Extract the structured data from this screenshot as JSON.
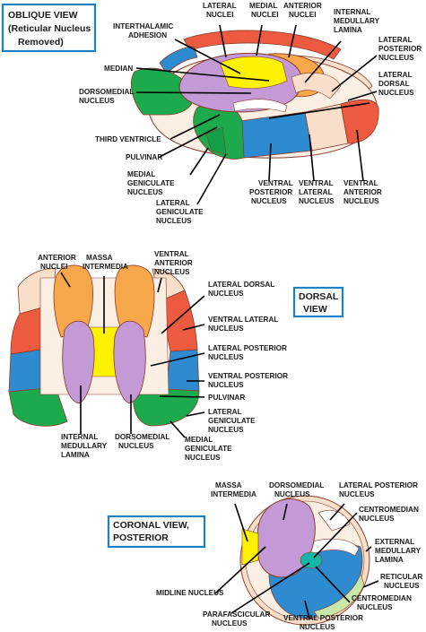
{
  "colors": {
    "red": "#ec5b3f",
    "blue": "#2f8bd0",
    "green": "#1daa4c",
    "orange": "#f6a74a",
    "purple": "#c39ad6",
    "yellow": "#fdf300",
    "peach": "#f9dfca",
    "teal": "#12b7a5",
    "cream": "#fbefe4",
    "light_green": "#c9e7a9",
    "title_border": "#1f7fc3"
  },
  "oblique": {
    "title": [
      "OBLIQUE VIEW",
      "(Reticular Nucleus",
      "Removed)"
    ],
    "labels": {
      "lateral_nuclei": [
        "LATERAL",
        "NUCLEI"
      ],
      "medial_nuclei": [
        "MEDIAL",
        "NUCLEI"
      ],
      "anterior_nuclei": [
        "ANTERIOR",
        "NUCLEI"
      ],
      "interthalamic_adhesion": [
        "INTERTHALAMIC",
        "ADHESION"
      ],
      "internal_medullary_lamina": [
        "INTERNAL",
        "MEDULLARY",
        "LAMINA"
      ],
      "lateral_posterior_nucleus": [
        "LATERAL",
        "POSTERIOR",
        "NUCLEUS"
      ],
      "median": [
        "MEDIAN"
      ],
      "lateral_dorsal_nucleus": [
        "LATERAL",
        "DORSAL",
        "NUCLEUS"
      ],
      "dorsomedial_nucleus": [
        "DORSOMEDIAL",
        "NUCLEUS"
      ],
      "third_ventricle": [
        "THIRD VENTRICLE"
      ],
      "pulvinar": [
        "PULVINAR"
      ],
      "medial_geniculate_nucleus": [
        "MEDIAL",
        "GENICULATE",
        "NUCLEUS"
      ],
      "lateral_geniculate_nucleus": [
        "LATERAL",
        "GENICULATE",
        "NUCLEUS"
      ],
      "ventral_posterior_nucleus": [
        "VENTRAL",
        "POSTERIOR",
        "NUCLEUS"
      ],
      "ventral_lateral_nucleus": [
        "VENTRAL",
        "LATERAL",
        "NUCLEUS"
      ],
      "ventral_anterior_nucleus": [
        "VENTRAL",
        "ANTERIOR",
        "NUCLEUS"
      ]
    }
  },
  "dorsal": {
    "title": [
      "DORSAL",
      "VIEW"
    ],
    "labels": {
      "anterior_nuclei": [
        "ANTERIOR",
        "NUCLEI"
      ],
      "massa_intermedia": [
        "MASSA",
        "INTERMEDIA"
      ],
      "ventral_anterior_nucleus": [
        "VENTRAL",
        "ANTERIOR",
        "NUCLEUS"
      ],
      "lateral_dorsal_nucleus": [
        "LATERAL DORSAL",
        "NUCLEUS"
      ],
      "ventral_lateral_nucleus": [
        "VENTRAL LATERAL",
        "NUCLEUS"
      ],
      "lateral_posterior_nucleus": [
        "LATERAL POSTERIOR",
        "NUCLEUS"
      ],
      "ventral_posterior_nucleus": [
        "VENTRAL POSTERIOR",
        "NUCLEUS"
      ],
      "pulvinar": [
        "PULVINAR"
      ],
      "lateral_geniculate_nucleus": [
        "LATERAL",
        "GENICULATE",
        "NUCLEUS"
      ],
      "internal_medullary_lamina": [
        "INTERNAL",
        "MEDULLARY",
        "LAMINA"
      ],
      "dorsomedial_nucleus": [
        "DORSOMEDIAL",
        "NUCLEUS"
      ],
      "medial_geniculate_nucleus": [
        "MEDIAL",
        "GENICULATE",
        "NUCLEUS"
      ]
    }
  },
  "coronal": {
    "title": [
      "CORONAL VIEW,",
      "POSTERIOR"
    ],
    "labels": {
      "massa_intermedia": [
        "MASSA",
        "INTERMEDIA"
      ],
      "dorsomedial_nucleus": [
        "DORSOMEDIAL",
        "NUCLEUS"
      ],
      "lateral_posterior_nucleus": [
        "LATERAL POSTERIOR",
        "NUCLEUS"
      ],
      "centromedian_nucleus_top": [
        "CENTROMEDIAN",
        "NUCLEUS"
      ],
      "external_medullary_lamina": [
        "EXTERNAL",
        "MEDULLARY",
        "LAMINA"
      ],
      "reticular_nucleus": [
        "RETICULAR",
        "NUCLEUS"
      ],
      "centromedian_nucleus_bottom": [
        "CENTROMEDIAN",
        "NUCLEUS"
      ],
      "midline_nucleus": [
        "MIDLINE NUCLEUS"
      ],
      "parafascicular_nucleus": [
        "PARAFASCICULAR",
        "NUCLEUS"
      ],
      "ventral_posterior_nucleus": [
        "VENTRAL POSTERIOR",
        "NUCLEUS"
      ]
    }
  }
}
